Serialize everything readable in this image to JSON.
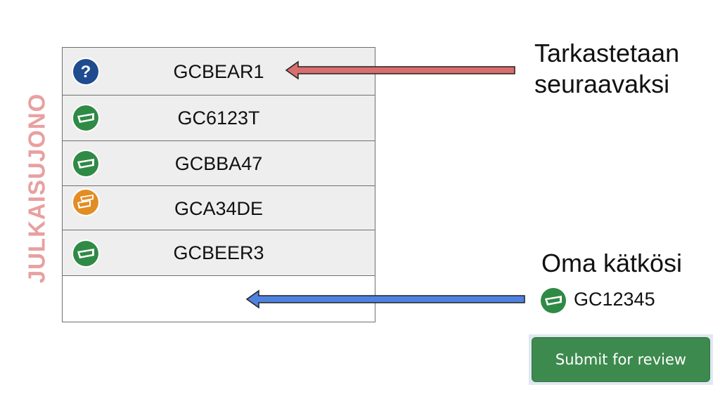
{
  "queue_label": "JULKAISUJONO",
  "queue_rows": [
    {
      "code": "GCBEAR1",
      "icon": "question-icon",
      "color": "#1e4c8f"
    },
    {
      "code": "GC6123T",
      "icon": "traditional-cache-icon",
      "color": "#2f8a45"
    },
    {
      "code": "GCBBA47",
      "icon": "traditional-cache-icon",
      "color": "#2f8a45"
    },
    {
      "code": "GCA34DE",
      "icon": "multi-cache-icon",
      "color": "#e28d23"
    },
    {
      "code": "GCBEER3",
      "icon": "traditional-cache-icon",
      "color": "#2f8a45"
    }
  ],
  "next_review_note": {
    "line1": "Tarkastetaan",
    "line2": "seuraavaksi",
    "arrow_color": "#d86e6e"
  },
  "own_cache": {
    "label": "Oma kätkösi",
    "code": "GC12345",
    "icon": "traditional-cache-icon",
    "color": "#2f8a45",
    "arrow_color": "#4f82e0"
  },
  "submit_button": {
    "label": "Submit for review",
    "color": "#3d8a4e"
  }
}
